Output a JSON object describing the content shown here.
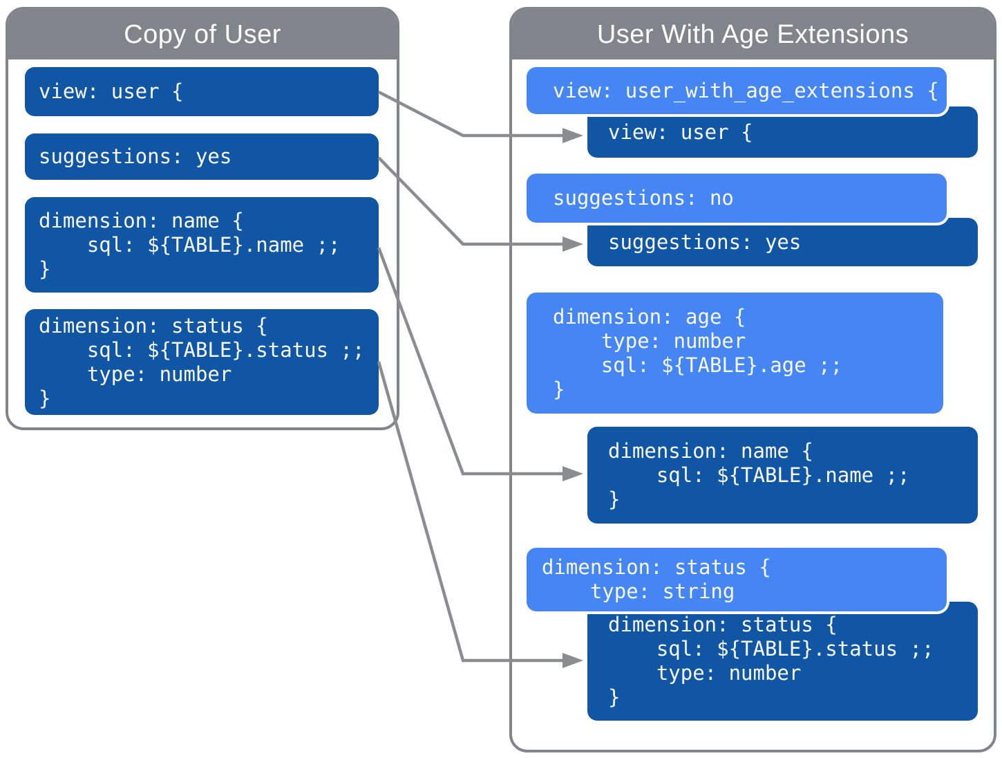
{
  "colors": {
    "panel_header_gray": "#80858c",
    "panel_border_gray": "#80858c",
    "block_dark_blue": "#1155a5",
    "block_light_blue": "#4586f4",
    "arrow_gray": "#8a8d90",
    "code_text": "#f8fafc",
    "title_text": "#ffffff",
    "background": "#ffffff"
  },
  "left_panel": {
    "title": "Copy of User",
    "blocks": [
      {
        "id": "view-user",
        "style": "dark",
        "lines": [
          "view: user {"
        ]
      },
      {
        "id": "suggestions-yes",
        "style": "dark",
        "lines": [
          "suggestions: yes"
        ]
      },
      {
        "id": "dimension-name",
        "style": "dark",
        "lines": [
          "dimension: name {",
          "    sql: ${TABLE}.name ;;",
          "}"
        ]
      },
      {
        "id": "dimension-status",
        "style": "dark",
        "lines": [
          "dimension: status {",
          "    sql: ${TABLE}.status ;;",
          "    type: number",
          "}"
        ]
      }
    ]
  },
  "right_panel": {
    "title": "User With Age Extensions",
    "blocks": [
      {
        "id": "view-user-with-age-extensions",
        "style": "light",
        "lines": [
          "view: user_with_age_extensions {"
        ]
      },
      {
        "id": "view-user-inherited",
        "style": "dark",
        "lines": [
          "view: user {"
        ]
      },
      {
        "id": "suggestions-no",
        "style": "light",
        "lines": [
          "suggestions: no"
        ]
      },
      {
        "id": "suggestions-yes-inherited",
        "style": "dark",
        "lines": [
          "suggestions: yes"
        ]
      },
      {
        "id": "dimension-age",
        "style": "light",
        "lines": [
          "dimension: age {",
          "    type: number",
          "    sql: ${TABLE}.age ;;",
          "}"
        ]
      },
      {
        "id": "dimension-name-inherited",
        "style": "dark",
        "lines": [
          "dimension: name {",
          "    sql: ${TABLE}.name ;;",
          "}"
        ]
      },
      {
        "id": "dimension-status-override",
        "style": "light",
        "lines": [
          "dimension: status {",
          "    type: string"
        ]
      },
      {
        "id": "dimension-status-inherited",
        "style": "dark",
        "lines": [
          "dimension: status {",
          "    sql: ${TABLE}.status ;;",
          "    type: number",
          "}"
        ]
      }
    ]
  },
  "arrows": [
    {
      "id": "arrow-view-user",
      "from": "left view: user {",
      "to": "right view: user { (inherited)"
    },
    {
      "id": "arrow-suggestions",
      "from": "left suggestions: yes",
      "to": "right suggestions: yes (inherited)"
    },
    {
      "id": "arrow-dimension-name",
      "from": "left dimension: name",
      "to": "right dimension: name (inherited)"
    },
    {
      "id": "arrow-dimension-status",
      "from": "left dimension: status",
      "to": "right dimension: status (inherited)"
    }
  ]
}
